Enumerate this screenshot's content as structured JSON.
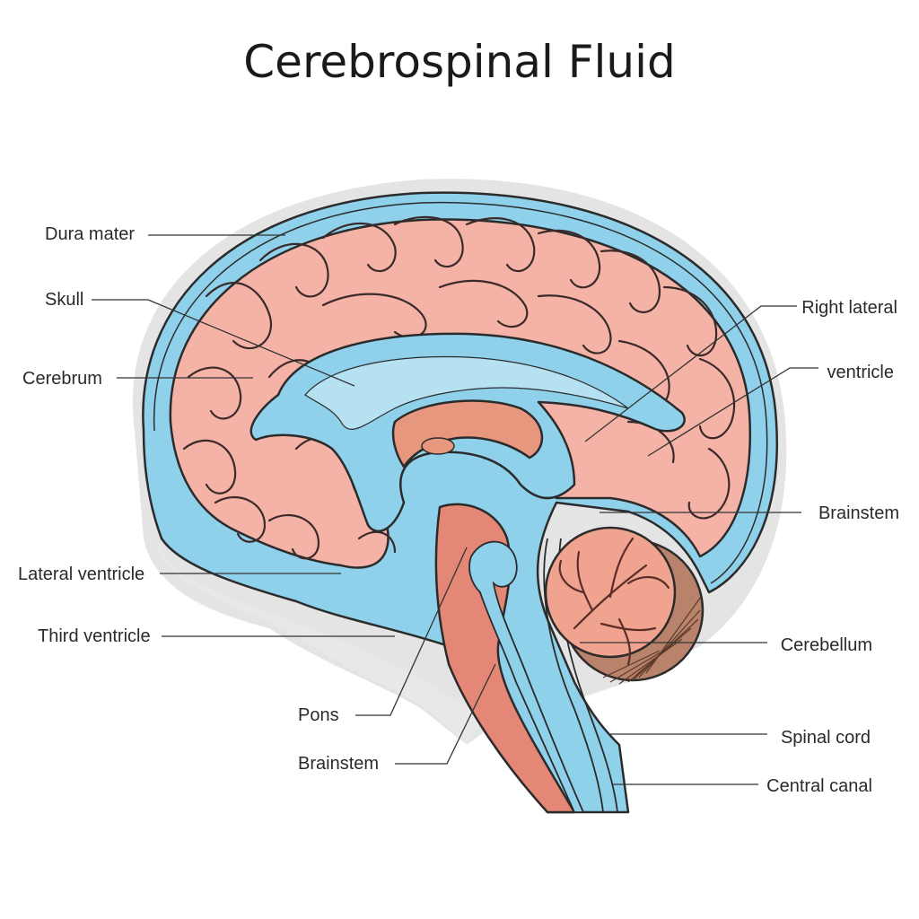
{
  "title": "Cerebrospinal Fluid",
  "labels": {
    "dura_mater": "Dura mater",
    "skull": "Skull",
    "cerebrum": "Cerebrum",
    "lateral_ventricle": "Lateral ventricle",
    "third_ventricle": "Third ventricle",
    "pons": "Pons",
    "brainstem_lower": "Brainstem",
    "right_lateral": "Right lateral",
    "ventricle": "ventricle",
    "brainstem_right": "Brainstem",
    "cerebellum": "Cerebellum",
    "spinal_cord": "Spinal cord",
    "central_canal": "Central canal"
  },
  "colors": {
    "csf_blue": "#8fd0ea",
    "brain_pink": "#f4b3a6",
    "brainstem_red": "#e48776",
    "cerebellum_brown": "#b9826a",
    "skull_gray": "#e3e3e3"
  }
}
